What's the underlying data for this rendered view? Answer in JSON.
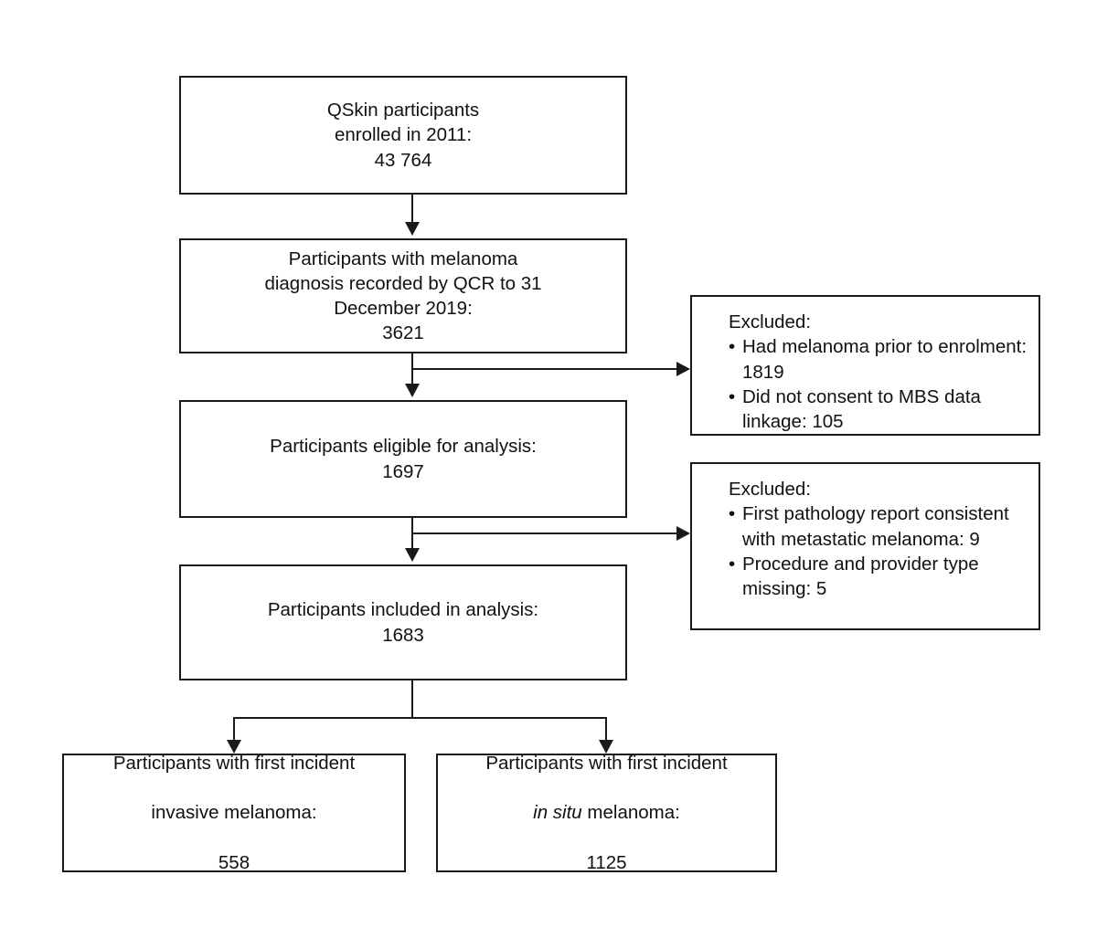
{
  "diagram": {
    "type": "participant-flow-diagram",
    "line_color": "#1a1a1a",
    "background_color": "#ffffff",
    "nodes": [
      {
        "id": "enrolled",
        "text": "QSkin participants\nenrolled in 2011:\n43 764"
      },
      {
        "id": "melanoma-diagnosis",
        "text": "Participants with melanoma\ndiagnosis recorded by QCR to 31\nDecember 2019:\n3621"
      },
      {
        "id": "eligible",
        "text": "Participants eligible for analysis:\n1697"
      },
      {
        "id": "included",
        "text": "Participants included in analysis:\n1683"
      },
      {
        "id": "invasive",
        "line1": "Participants with first incident",
        "line2": "invasive melanoma:",
        "line3": "558"
      },
      {
        "id": "in-situ",
        "line1": "Participants with first incident",
        "line2_italic": "in situ",
        "line2_rest": " melanoma:",
        "line3": "1125"
      }
    ],
    "exclusions": [
      {
        "id": "exclusion-1",
        "title": "Excluded:",
        "items": [
          "Had melanoma prior to enrolment: 1819",
          "Did not consent to MBS data linkage: 105"
        ]
      },
      {
        "id": "exclusion-2",
        "title": "Excluded:",
        "items": [
          "First pathology report consistent with metastatic melanoma: 9",
          "Procedure and provider type missing: 5"
        ]
      }
    ]
  }
}
